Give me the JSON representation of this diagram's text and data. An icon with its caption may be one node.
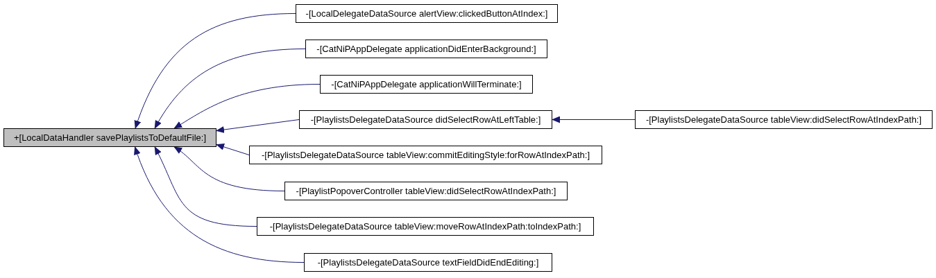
{
  "diagram": {
    "nodes": [
      {
        "text": [
          "+[LocalDataHandler savePlaylistsToDefaultFile:]"
        ]
      },
      {
        "text": [
          "-[LocalDelegateDataSource alertView:clickedButtonAtIndex:]"
        ]
      },
      {
        "text": [
          "-[CatNiPAppDelegate applicationDidEnterBackground:]"
        ]
      },
      {
        "text": [
          "-[CatNiPAppDelegate applicationWillTerminate:]"
        ]
      },
      {
        "text": [
          "-[PlaylistsDelegateDataSource didSelectRowAtLeftTable:]"
        ]
      },
      {
        "text": [
          "-[PlaylistsDelegateDataSource tableView:commitEditingStyle:forRowAtIndexPath:]"
        ]
      },
      {
        "text": [
          "-[PlaylistPopoverController tableView:didSelectRowAtIndexPath:]"
        ]
      },
      {
        "text": [
          "-[PlaylistsDelegateDataSource tableView:moveRowAtIndexPath:toIndexPath:]"
        ]
      },
      {
        "text": [
          "-[PlaylistsDelegateDataSource textFieldDidEndEditing:]"
        ]
      },
      {
        "text": [
          "-[PlaylistsDelegateDataSource tableView:didSelectRowAtIndexPath:]"
        ]
      }
    ],
    "edges": [
      {
        "from": 1,
        "to": 0,
        "arrow": "to"
      },
      {
        "from": 2,
        "to": 0,
        "arrow": "to"
      },
      {
        "from": 3,
        "to": 0,
        "arrow": "to"
      },
      {
        "from": 4,
        "to": 0,
        "arrow": "to"
      },
      {
        "from": 5,
        "to": 0,
        "arrow": "to"
      },
      {
        "from": 6,
        "to": 0,
        "arrow": "to"
      },
      {
        "from": 7,
        "to": 0,
        "arrow": "to"
      },
      {
        "from": 8,
        "to": 0,
        "arrow": "to"
      },
      {
        "from": 9,
        "to": 4,
        "arrow": "to"
      }
    ]
  }
}
